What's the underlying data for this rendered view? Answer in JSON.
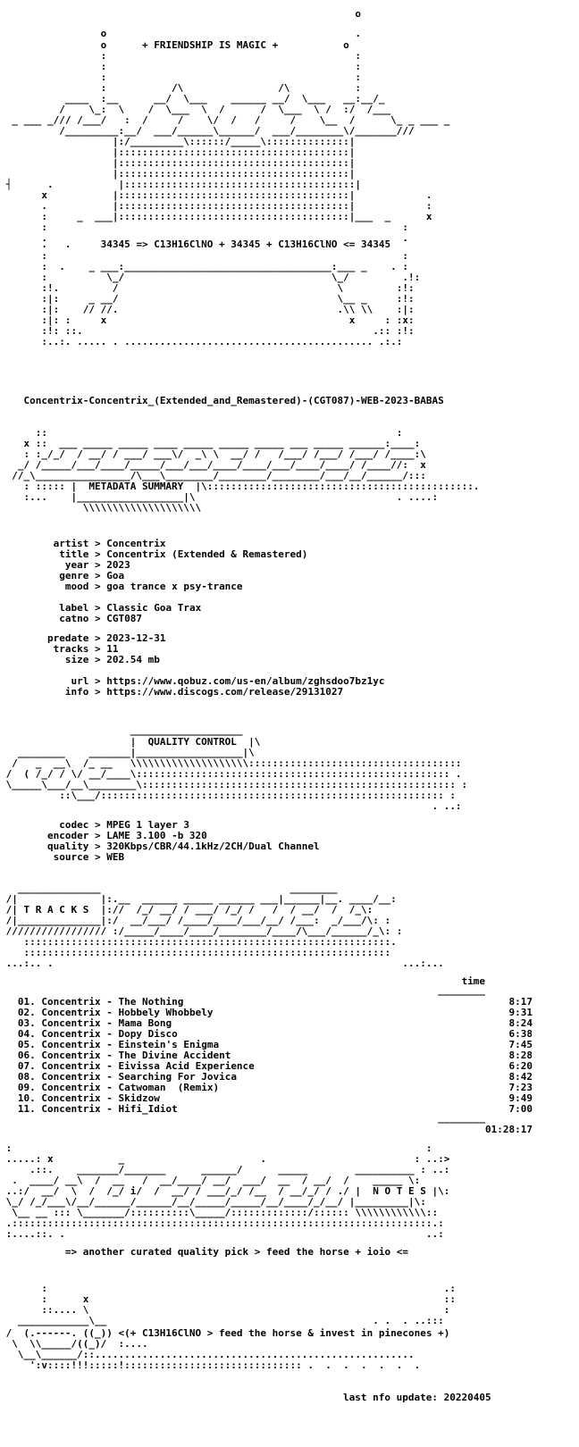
{
  "header": {
    "motto": "+ FRIENDSHIP IS MAGIC +",
    "formula_line": "34345 => C13H16ClNO + 34345 + C13H16ClNO <= 34345"
  },
  "release_name": "Concentrix-Concentrix_(Extended_and_Remastered)-(CGT087)-WEB-2023-BABAS",
  "sections": {
    "metadata": "METADATA SUMMARY",
    "quality": "QUALITY CONTROL",
    "tracks": "T R A C K S",
    "notes": "N O T E S"
  },
  "metadata": [
    {
      "key": "artist",
      "value": "Concentrix"
    },
    {
      "key": "title",
      "value": "Concentrix (Extended & Remastered)"
    },
    {
      "key": "year",
      "value": "2023"
    },
    {
      "key": "genre",
      "value": "Goa"
    },
    {
      "key": "mood",
      "value": "goa trance x psy-trance"
    },
    {
      "key": "label",
      "value": "Classic Goa Trax"
    },
    {
      "key": "catno",
      "value": "CGT087"
    },
    {
      "key": "predate",
      "value": "2023-12-31"
    },
    {
      "key": "tracks",
      "value": "11"
    },
    {
      "key": "size",
      "value": "202.54 mb"
    },
    {
      "key": "url",
      "value": "https://www.qobuz.com/us-en/album/zghsdoo7bz1yc"
    },
    {
      "key": "info",
      "value": "https://www.discogs.com/release/29131027"
    }
  ],
  "quality": [
    {
      "key": "codec",
      "value": "MPEG 1 layer 3"
    },
    {
      "key": "encoder",
      "value": "LAME 3.100 -b 320"
    },
    {
      "key": "quality",
      "value": "320Kbps/CBR/44.1kHz/2CH/Dual Channel"
    },
    {
      "key": "source",
      "value": "WEB"
    }
  ],
  "tracklist": {
    "time_header": "time",
    "total": "01:28:17",
    "items": [
      {
        "num": "01.",
        "artist": "Concentrix",
        "title": "The Nothing",
        "time": "8:17"
      },
      {
        "num": "02.",
        "artist": "Concentrix",
        "title": "Hobbely Whobbely",
        "time": "9:31"
      },
      {
        "num": "03.",
        "artist": "Concentrix",
        "title": "Mama Bong",
        "time": "8:24"
      },
      {
        "num": "04.",
        "artist": "Concentrix",
        "title": "Dopy Disco",
        "time": "6:38"
      },
      {
        "num": "05.",
        "artist": "Concentrix",
        "title": "Einstein's Enigma",
        "time": "7:45"
      },
      {
        "num": "06.",
        "artist": "Concentrix",
        "title": "The Divine Accident",
        "time": "8:28"
      },
      {
        "num": "07.",
        "artist": "Concentrix",
        "title": "Eivissa Acid Experience",
        "time": "6:20"
      },
      {
        "num": "08.",
        "artist": "Concentrix",
        "title": "Searching For Jovica",
        "time": "8:42"
      },
      {
        "num": "09.",
        "artist": "Concentrix",
        "title": "Catwoman  (Remix)",
        "time": "7:23"
      },
      {
        "num": "10.",
        "artist": "Concentrix",
        "title": "Skidzow",
        "time": "9:49"
      },
      {
        "num": "11.",
        "artist": "Concentrix",
        "title": "Hifi_Idiot",
        "time": "7:00"
      }
    ]
  },
  "notes_text": "=> another curated quality pick > feed the horse + ioio <=",
  "footer_slogan": "<(+ C13H16ClNO > feed the horse & invest in pinecones +)",
  "footer_update": "last nfo update: 20220405"
}
